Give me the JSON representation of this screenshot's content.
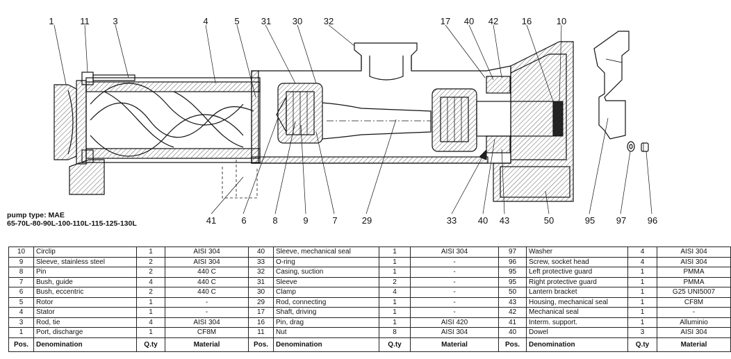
{
  "pump_type": {
    "line1": "pump type: MAE",
    "line2": "65-70L-80-90L-100-110L-115-125-130L"
  },
  "callouts_top": [
    "1",
    "11",
    "3",
    "4",
    "5",
    "31",
    "30",
    "32",
    "17",
    "40",
    "42",
    "16",
    "10"
  ],
  "callouts_bottom": [
    "41",
    "6",
    "8",
    "9",
    "7",
    "29",
    "33",
    "40",
    "43",
    "50",
    "95",
    "97",
    "96"
  ],
  "parts_header": {
    "pos": "Pos.",
    "denomination": "Denomination",
    "qty": "Q.ty",
    "material": "Material"
  },
  "parts_rows": [
    [
      [
        "10",
        "Circlip",
        "1",
        "AISI 304"
      ],
      [
        "40",
        "Sleeve, mechanical seal",
        "1",
        "AISI 304"
      ],
      [
        "97",
        "Washer",
        "4",
        "AISI 304"
      ]
    ],
    [
      [
        "9",
        "Sleeve, stainless steel",
        "2",
        "AISI 304"
      ],
      [
        "33",
        "O-ring",
        "1",
        "-"
      ],
      [
        "96",
        "Screw, socket head",
        "4",
        "AISI 304"
      ]
    ],
    [
      [
        "8",
        "Pin",
        "2",
        "440 C"
      ],
      [
        "32",
        "Casing, suction",
        "1",
        "-"
      ],
      [
        "95",
        "Left protective guard",
        "1",
        "PMMA"
      ]
    ],
    [
      [
        "7",
        "Bush, guide",
        "4",
        "440 C"
      ],
      [
        "31",
        "Sleeve",
        "2",
        "-"
      ],
      [
        "95",
        "Right protective guard",
        "1",
        "PMMA"
      ]
    ],
    [
      [
        "6",
        "Bush, eccentric",
        "2",
        "440 C"
      ],
      [
        "30",
        "Clamp",
        "4",
        "-"
      ],
      [
        "50",
        "Lantern bracket",
        "1",
        "G25 UNI5007"
      ]
    ],
    [
      [
        "5",
        "Rotor",
        "1",
        "-"
      ],
      [
        "29",
        "Rod, connecting",
        "1",
        "-"
      ],
      [
        "43",
        "Housing, mechanical seal",
        "1",
        "CF8M"
      ]
    ],
    [
      [
        "4",
        "Stator",
        "1",
        "-"
      ],
      [
        "17",
        "Shaft, driving",
        "1",
        "-"
      ],
      [
        "42",
        "Mechanical seal",
        "1",
        "-"
      ]
    ],
    [
      [
        "3",
        "Rod, tie",
        "4",
        "AISI 304"
      ],
      [
        "16",
        "Pin, drag",
        "1",
        "AISI 420"
      ],
      [
        "41",
        "Interm. support.",
        "1",
        "Alluminio"
      ]
    ],
    [
      [
        "1",
        "Port, discharge",
        "1",
        "CF8M"
      ],
      [
        "11",
        "Nut",
        "8",
        "AISI 304"
      ],
      [
        "40",
        "Dowel",
        "3",
        "AISI 304"
      ]
    ]
  ]
}
